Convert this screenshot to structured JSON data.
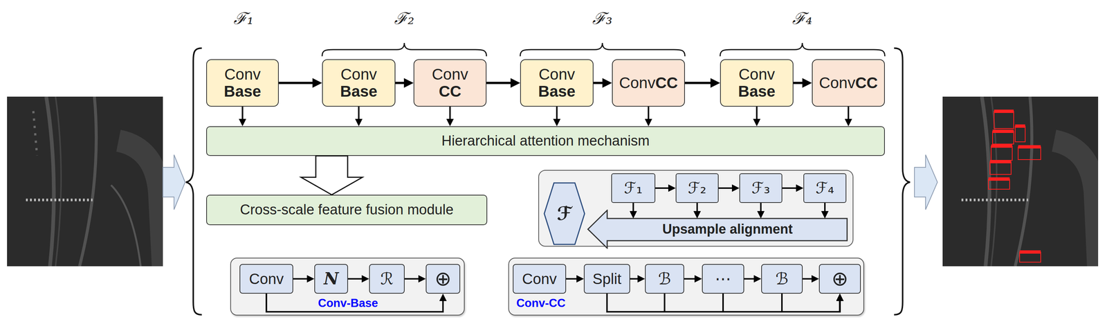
{
  "diagram": {
    "nodes": [
      {
        "text": [
          "Conv",
          "Base"
        ]
      },
      {
        "text": [
          "Conv",
          "Base"
        ]
      },
      {
        "text": [
          "Conv",
          "CC"
        ]
      },
      {
        "text": [
          "Conv",
          "Base"
        ]
      },
      {
        "text": [
          "Conv",
          "CC"
        ]
      },
      {
        "text": [
          "Conv",
          "Base"
        ]
      },
      {
        "text": [
          "Conv",
          "CC"
        ]
      },
      {
        "text": [
          "Hierarchical attention mechanism"
        ]
      },
      {
        "text": [
          "Cross-scale feature fusion module"
        ]
      },
      {
        "text": [
          "ℱ₁"
        ]
      },
      {
        "text": [
          "ℱ₂"
        ]
      },
      {
        "text": [
          "ℱ₃"
        ]
      },
      {
        "text": [
          "ℱ₄"
        ]
      },
      {
        "text": [
          "Upsample alignment"
        ]
      },
      {
        "text": [
          "ℱ"
        ]
      },
      {
        "text": [
          "Conv-Base"
        ]
      },
      {
        "text": [
          "Conv"
        ],
        "in": 15
      },
      {
        "text": [
          "N"
        ],
        "in": 15
      },
      {
        "text": [
          "ℛ"
        ],
        "in": 15
      },
      {
        "text": [
          "⊕"
        ],
        "in": 15
      },
      {
        "text": [
          "Conv-CC"
        ]
      },
      {
        "text": [
          "Conv"
        ],
        "in": 20
      },
      {
        "text": [
          "Split"
        ],
        "in": 20
      },
      {
        "text": [
          "ℬ"
        ],
        "in": 20
      },
      {
        "text": [
          "⋯"
        ],
        "in": 20
      },
      {
        "text": [
          "ℬ"
        ],
        "in": 20
      },
      {
        "text": [
          "⊕"
        ],
        "in": 20
      }
    ],
    "edges": [
      {
        "from": 0,
        "to": 1,
        "arrow": "to"
      },
      {
        "from": 1,
        "to": 2,
        "arrow": "to"
      },
      {
        "from": 2,
        "to": 3,
        "arrow": "to"
      },
      {
        "from": 3,
        "to": 4,
        "arrow": "to"
      },
      {
        "from": 4,
        "to": 5,
        "arrow": "to"
      },
      {
        "from": 5,
        "to": 6,
        "arrow": "to"
      },
      {
        "from": 0,
        "to": 7,
        "arrow": "to"
      },
      {
        "from": 1,
        "to": 7,
        "arrow": "to"
      },
      {
        "from": 2,
        "to": 7,
        "arrow": "to"
      },
      {
        "from": 3,
        "to": 7,
        "arrow": "to"
      },
      {
        "from": 4,
        "to": 7,
        "arrow": "to"
      },
      {
        "from": 5,
        "to": 7,
        "arrow": "to"
      },
      {
        "from": 6,
        "to": 7,
        "arrow": "to"
      },
      {
        "from": 7,
        "to": 8,
        "arrow": "to"
      },
      {
        "from": 9,
        "to": 10,
        "arrow": "to"
      },
      {
        "from": 10,
        "to": 11,
        "arrow": "to"
      },
      {
        "from": 11,
        "to": 12,
        "arrow": "to"
      },
      {
        "from": 9,
        "to": 13,
        "arrow": "to"
      },
      {
        "from": 10,
        "to": 13,
        "arrow": "to"
      },
      {
        "from": 11,
        "to": 13,
        "arrow": "to"
      },
      {
        "from": 12,
        "to": 13,
        "arrow": "to"
      },
      {
        "from": 16,
        "to": 17,
        "arrow": "to"
      },
      {
        "from": 17,
        "to": 18,
        "arrow": "to"
      },
      {
        "from": 18,
        "to": 19,
        "arrow": "to"
      },
      {
        "from": 16,
        "to": 19,
        "arrow": "to"
      },
      {
        "from": 21,
        "to": 22,
        "arrow": "to"
      },
      {
        "from": 22,
        "to": 23,
        "arrow": "to"
      },
      {
        "from": 23,
        "to": 24,
        "arrow": "to"
      },
      {
        "from": 24,
        "to": 25,
        "arrow": "to"
      },
      {
        "from": 25,
        "to": 26,
        "arrow": "to"
      },
      {
        "from": 22,
        "to": 26,
        "arrow": "to"
      },
      {
        "from": 23,
        "to": 26,
        "arrow": "to"
      },
      {
        "from": 24,
        "to": 26,
        "arrow": "to"
      },
      {
        "from": 25,
        "to": 26,
        "arrow": "to"
      }
    ],
    "labels": [
      "ℱ₁",
      "ℱ₂",
      "ℱ₃",
      "ℱ₄"
    ]
  }
}
